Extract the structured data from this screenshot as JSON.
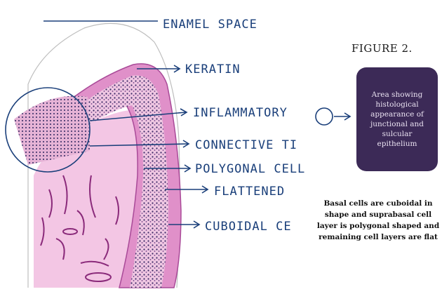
{
  "figure_title": "FIGURE 2.",
  "callout_text": "Area showing histological appearance of junctional and sulcular epithelium",
  "note_text": "Basal cells are cuboidal in shape and suprabasal cell layer is polygonal shaped and remaining cell layers are flat",
  "labels": {
    "enamel": "ENAMEL SPACE",
    "keratin": "KERATIN",
    "inflammatory": "INFLAMMATORY",
    "connective": "CONNECTIVE TI",
    "polygonal": "POLYGONAL CELL",
    "flattened": "FLATTENED",
    "cuboidal": "CUBOIDAL CE"
  },
  "colors": {
    "ink": "#1a3f7a",
    "tissue_pink": "#d98cc6",
    "tissue_dark": "#7a2a6e",
    "callout_bg": "#3c2a57"
  }
}
